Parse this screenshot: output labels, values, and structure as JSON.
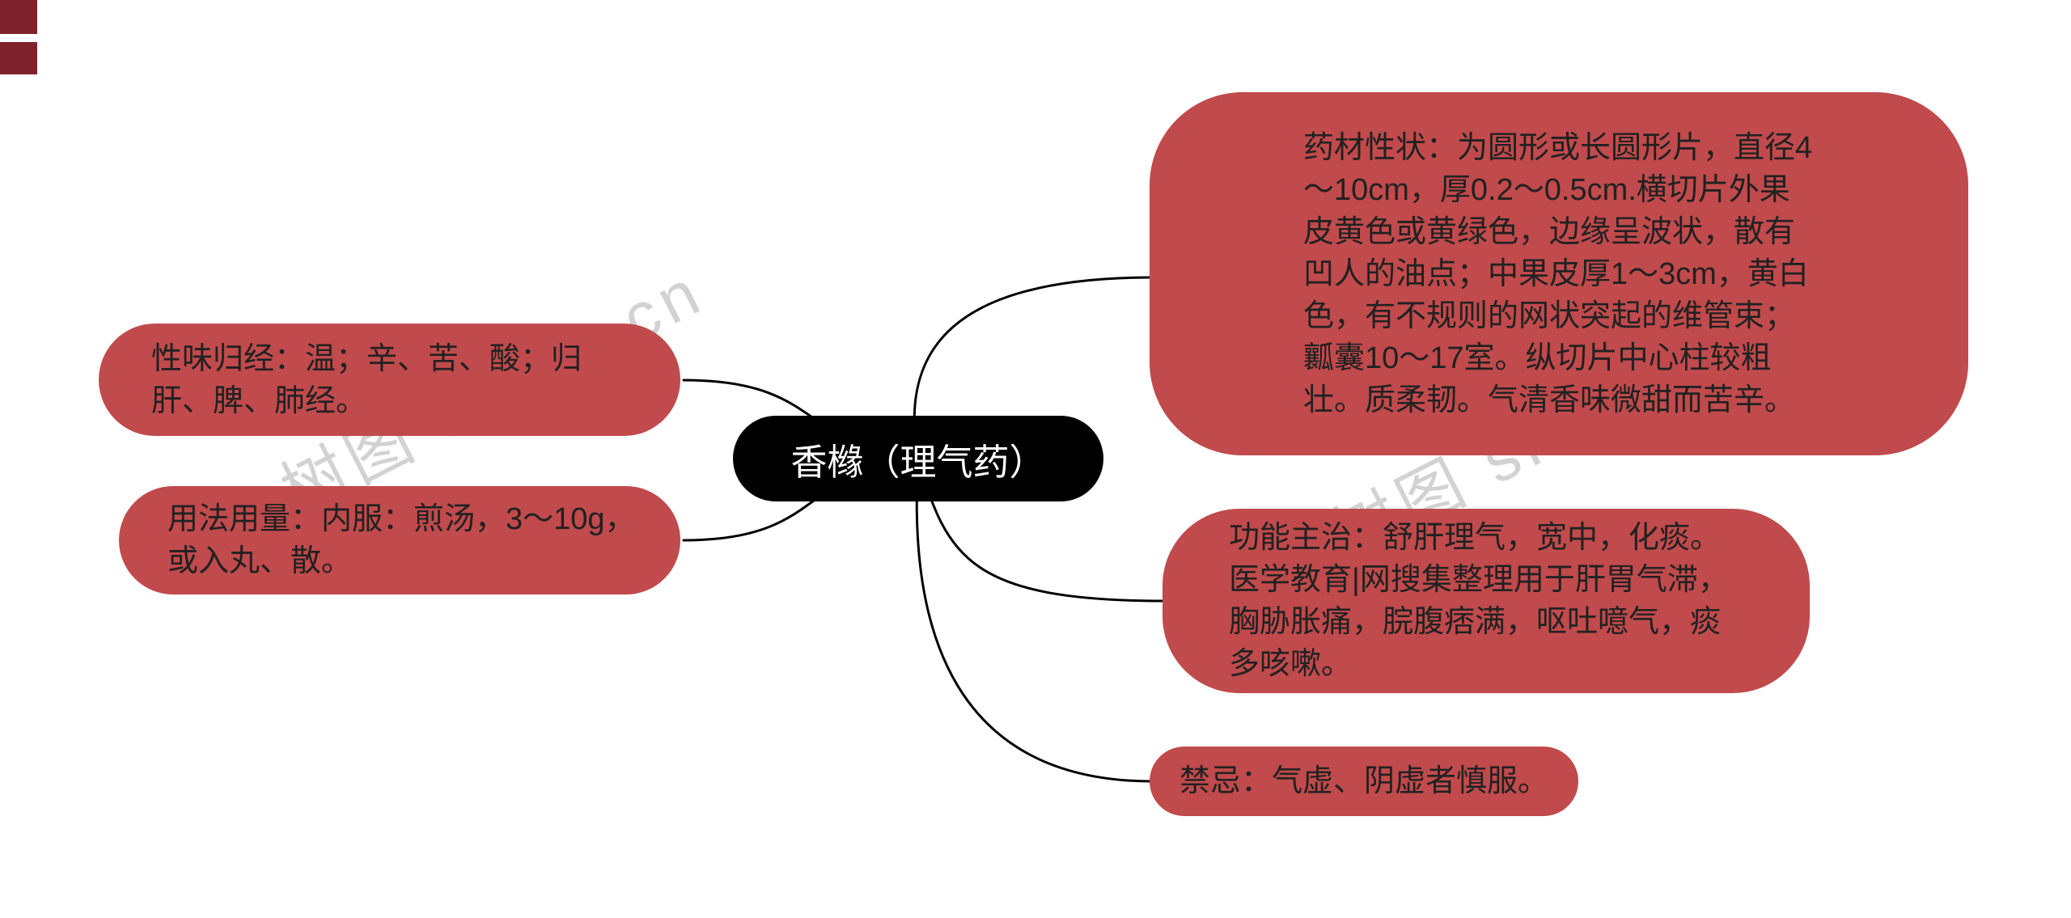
{
  "diagram": {
    "type": "mindmap",
    "center": {
      "label": "香橼（理气药）"
    },
    "branches": [
      {
        "id": "xingwei-guijing",
        "side": "left",
        "label": "性味归经：温；辛、苦、酸；归肝、脾、肺经。"
      },
      {
        "id": "yongfa-yongliang",
        "side": "left",
        "label": "用法用量：内服：煎汤，3～10g，或入丸、散。"
      },
      {
        "id": "yaocai-xingzhuang",
        "side": "right",
        "label": "药材性状：为圆形或长圆形片，直径4～10cm，厚0.2～0.5cm.横切片外果皮黄色或黄绿色，边缘呈波状，散有凹人的油点；中果皮厚1～3cm，黄白色，有不规则的网状突起的维管束；瓤囊10～17室。纵切片中心柱较粗壮。质柔韧。气清香味微甜而苦辛。"
      },
      {
        "id": "gongneng-zhuzhi",
        "side": "right",
        "label": "功能主治：舒肝理气，宽中，化痰。医学教育|网搜集整理用于肝胃气滞，胸胁胀痛，脘腹痞满，呕吐噫气，痰多咳嗽。"
      },
      {
        "id": "jinji",
        "side": "right",
        "label": "禁忌：气虚、阴虚者慎服。"
      }
    ]
  },
  "watermark": {
    "text": "树图 shutu.cn"
  },
  "colors": {
    "node_red": "#c04a4c",
    "node_text": "#212121",
    "center_black": "#000000",
    "center_text": "#ffffff",
    "line": "#000000",
    "watermark": "#d2d2d2",
    "corner_mark": "#7e222e"
  }
}
